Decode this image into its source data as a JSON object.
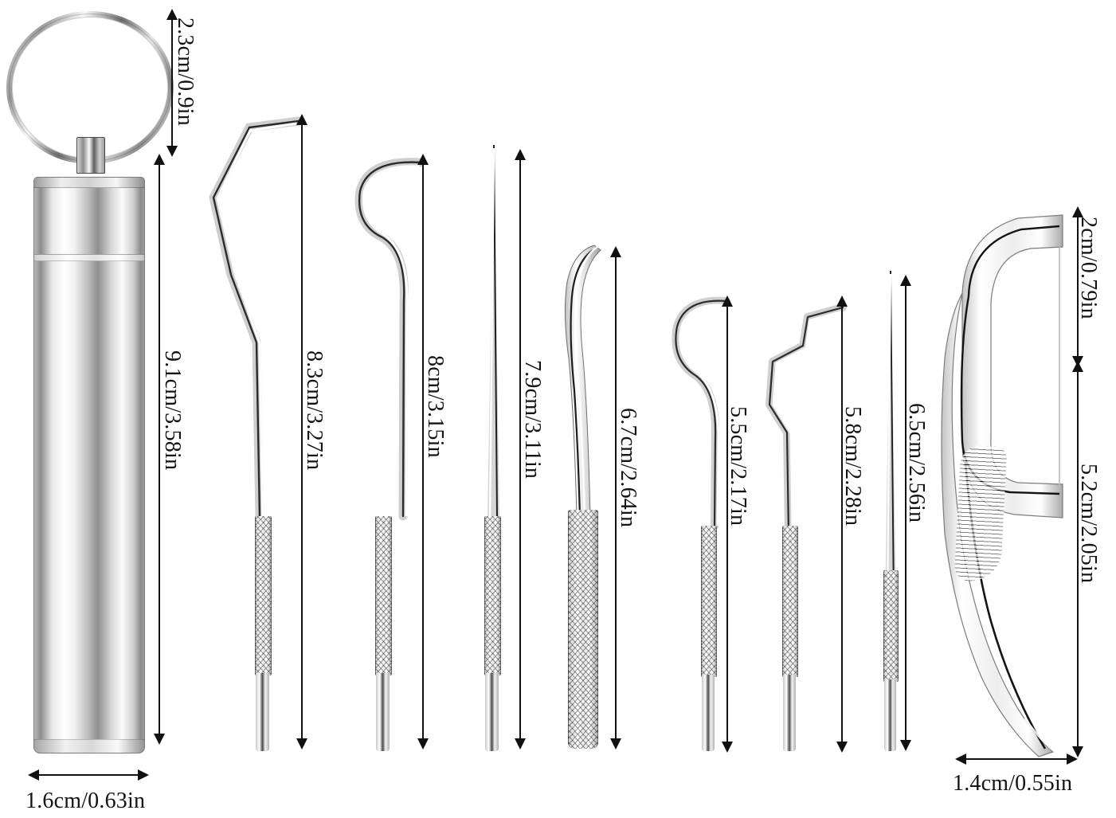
{
  "image": {
    "subject": "Stainless steel dental tool kit with keychain case",
    "background_color": "#ffffff",
    "annotation_color": "#111111"
  },
  "items": [
    {
      "id": "keyring",
      "name": "split-key-ring",
      "dimension": "2.3cm/0.9in",
      "orientation": "vertical"
    },
    {
      "id": "canister",
      "name": "toothpick-holder-canister",
      "dimension": "9.1cm/3.58in",
      "orientation": "vertical",
      "width_dimension": "1.6cm/0.63in"
    },
    {
      "id": "pick1",
      "name": "angled-dental-pick",
      "dimension": "8.3cm/3.27in",
      "orientation": "vertical"
    },
    {
      "id": "pick2",
      "name": "curved-hook-pick",
      "dimension": "8cm/3.15in",
      "orientation": "vertical"
    },
    {
      "id": "probe1",
      "name": "straight-needle-probe",
      "dimension": "7.9cm/3.11in",
      "orientation": "vertical"
    },
    {
      "id": "scraper",
      "name": "curved-tartar-scraper",
      "dimension": "6.7cm/2.64in",
      "orientation": "vertical"
    },
    {
      "id": "pick3",
      "name": "small-curved-pick",
      "dimension": "5.5cm/2.17in",
      "orientation": "vertical"
    },
    {
      "id": "pick4",
      "name": "zigzag-bent-pick",
      "dimension": "5.8cm/2.28in",
      "orientation": "vertical"
    },
    {
      "id": "probe2",
      "name": "thin-needle-probe",
      "dimension": "6.5cm/2.56in",
      "orientation": "vertical"
    },
    {
      "id": "flosspick",
      "name": "floss-pick",
      "dimension_head": "2cm/0.79in",
      "dimension_body": "5.2cm/2.05in",
      "width_dimension": "1.4cm/0.55in",
      "orientation": "vertical"
    }
  ],
  "labels": {
    "keyring_height": "2.3cm/0.9in",
    "canister_height": "9.1cm/3.58in",
    "canister_width": "1.6cm/0.63in",
    "pick1_length": "8.3cm/3.27in",
    "pick2_length": "8cm/3.15in",
    "probe1_length": "7.9cm/3.11in",
    "scraper_length": "6.7cm/2.64in",
    "pick3_length": "5.5cm/2.17in",
    "pick4_length": "5.8cm/2.28in",
    "probe2_length": "6.5cm/2.56in",
    "floss_head_height": "2cm/0.79in",
    "floss_body_height": "5.2cm/2.05in",
    "floss_width": "1.4cm/0.55in"
  }
}
